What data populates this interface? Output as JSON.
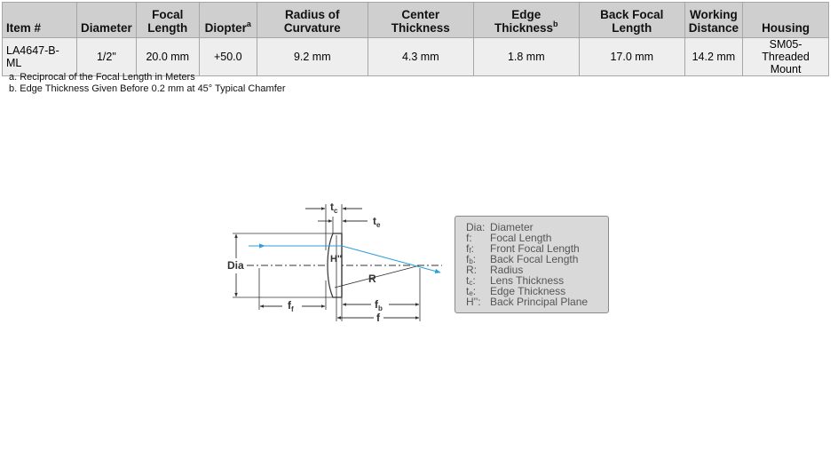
{
  "table": {
    "headers": {
      "item": "Item #",
      "diameter": "Diameter",
      "focal_length": [
        "Focal",
        "Length"
      ],
      "diopter": "Diopter",
      "diopter_note": "a",
      "roc": [
        "Radius of",
        "Curvature"
      ],
      "center_thickness": [
        "Center",
        "Thickness"
      ],
      "edge_thickness": [
        "Edge",
        "Thickness"
      ],
      "edge_thickness_note": "b",
      "bfl": [
        "Back Focal",
        "Length"
      ],
      "working_distance": [
        "Working",
        "Distance"
      ],
      "housing": "Housing"
    },
    "row": {
      "item": "LA4647-B-ML",
      "diameter": "1/2\"",
      "focal_length": "20.0 mm",
      "diopter": "+50.0",
      "roc": "9.2 mm",
      "center_thickness": "4.3 mm",
      "edge_thickness": "1.8 mm",
      "bfl": "17.0 mm",
      "working_distance": "14.2 mm",
      "housing": [
        "SM05-Threaded",
        "Mount"
      ]
    }
  },
  "notes": {
    "a": "a.  Reciprocal of the Focal Length in Meters",
    "b": "b.  Edge Thickness Given Before 0.2 mm at 45° Typical Chamfer"
  },
  "diagram": {
    "labels": {
      "tc_main": "t",
      "tc_sub": "c",
      "te_main": "t",
      "te_sub": "e",
      "dia": "Dia",
      "h": "H''",
      "r": "R",
      "ff_main": "f",
      "ff_sub": "f",
      "fb_main": "f",
      "fb_sub": "b",
      "f": "f"
    },
    "colors": {
      "ray": "#2e9fd4",
      "line": "#333333"
    }
  },
  "legend": {
    "items": [
      {
        "key": "Dia:",
        "sub": "",
        "text": "Diameter"
      },
      {
        "key": "f:",
        "sub": "",
        "text": "Focal Length"
      },
      {
        "key": "f",
        "sub": "f",
        "text": "Front Focal Length"
      },
      {
        "key": "f",
        "sub": "b",
        "text": "Back Focal Length"
      },
      {
        "key": "R:",
        "sub": "",
        "text": "Radius"
      },
      {
        "key": "t",
        "sub": "c",
        "text": "Lens Thickness"
      },
      {
        "key": "t",
        "sub": "e",
        "text": "Edge Thickness"
      },
      {
        "key": "H'':",
        "sub": "",
        "text": "Back Principal Plane"
      }
    ]
  }
}
